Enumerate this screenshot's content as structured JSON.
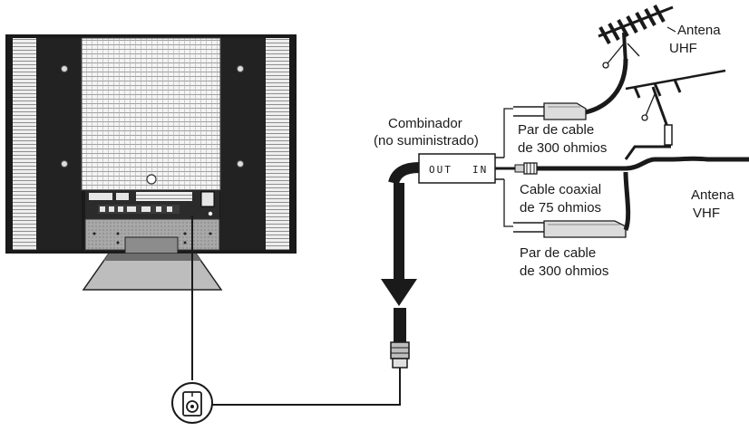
{
  "labels": {
    "antenna_uhf_line1": "Antena",
    "antenna_uhf_line2": "UHF",
    "antenna_vhf_line1": "Antena",
    "antenna_vhf_line2": "VHF",
    "combiner_line1": "Combinador",
    "combiner_line2": "(no suministrado)",
    "combiner_out": "OUT",
    "combiner_in": "IN",
    "pair_cable_upper_line1": "Par de cable",
    "pair_cable_upper_line2": "de 300 ohmios",
    "coax_line1": "Cable coaxial",
    "coax_line2": "de 75 ohmios",
    "pair_cable_lower_line1": "Par de cable",
    "pair_cable_lower_line2": "de 300 ohmios"
  },
  "icons": [
    "tv-rear-panel",
    "uhf-antenna-icon",
    "vhf-antenna-icon",
    "down-arrow-icon",
    "coax-plug-icon",
    "antenna-jack-icon"
  ],
  "colors": {
    "ink": "#1a1a1a",
    "panel_gray": "#9a9a9a",
    "background": "#ffffff"
  }
}
